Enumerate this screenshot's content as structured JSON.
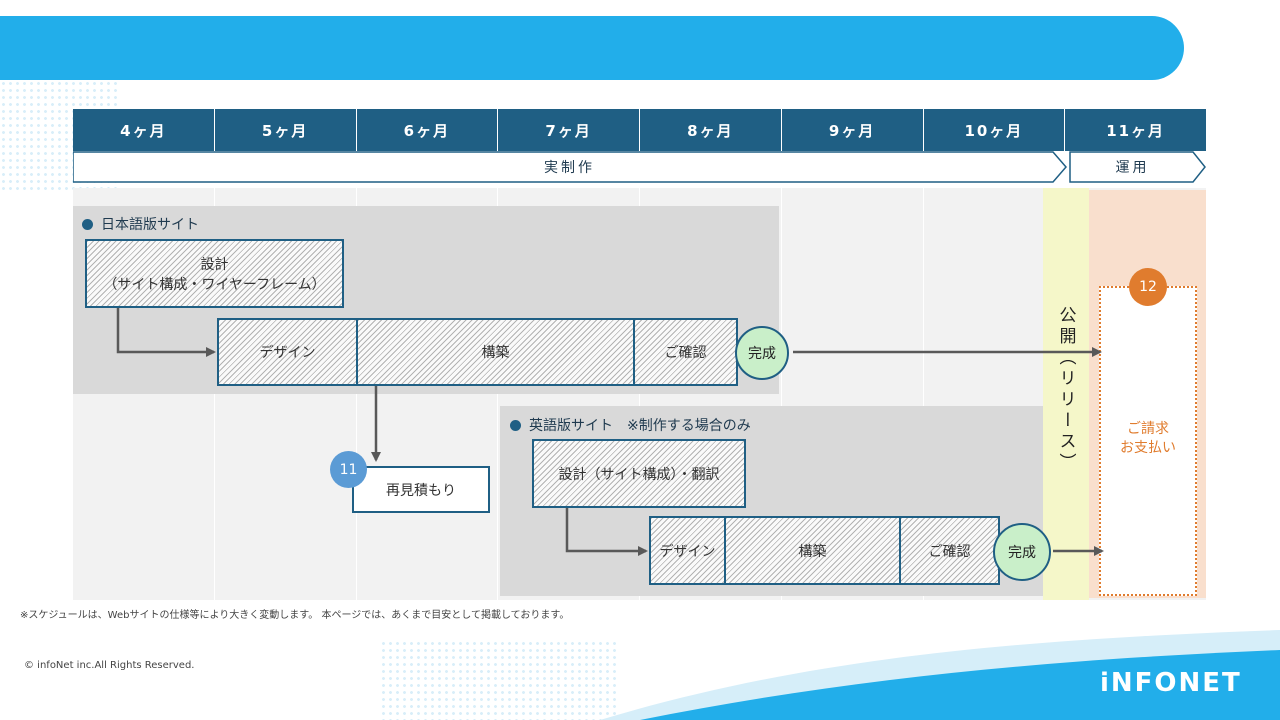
{
  "timeline": {
    "months": [
      "4ヶ月",
      "5ヶ月",
      "6ヶ月",
      "7ヶ月",
      "8ヶ月",
      "9ヶ月",
      "10ヶ月",
      "11ヶ月"
    ],
    "phases": {
      "production": "実制作",
      "operation": "運用"
    }
  },
  "japanese_site": {
    "title": "日本語版サイト",
    "design_label_line1": "設計",
    "design_label_line2": "（サイト構成・ワイヤーフレーム）",
    "design_task": "デザイン",
    "build_task": "構築",
    "confirm_task": "ご確認",
    "complete": "完成"
  },
  "re_estimate": {
    "badge": "11",
    "label": "再見積もり"
  },
  "english_site": {
    "title": "英語版サイト　※制作する場合のみ",
    "design_label": "設計（サイト構成）・翻訳",
    "design_task": "デザイン",
    "build_task": "構築",
    "confirm_task": "ご確認",
    "complete": "完成"
  },
  "release": {
    "label": "公開（リリース）"
  },
  "payment": {
    "badge": "12",
    "label_line1": "ご請求",
    "label_line2": "お支払い"
  },
  "footer": {
    "note": "※スケジュールは、Webサイトの仕様等により大きく変動します。 本ページでは、あくまで目安として掲載しております。",
    "copyright": "© infoNet inc.All Rights Reserved.",
    "logo": "iNFONET"
  },
  "colors": {
    "accent_blue": "#22aeea",
    "header_navy": "#1f5f84",
    "complete_green": "#c9efc9",
    "release_yellow": "#f5f7c9",
    "payment_peach": "#f9dfcd",
    "badge_blue": "#5b9bd5",
    "badge_orange": "#e07c2e"
  }
}
